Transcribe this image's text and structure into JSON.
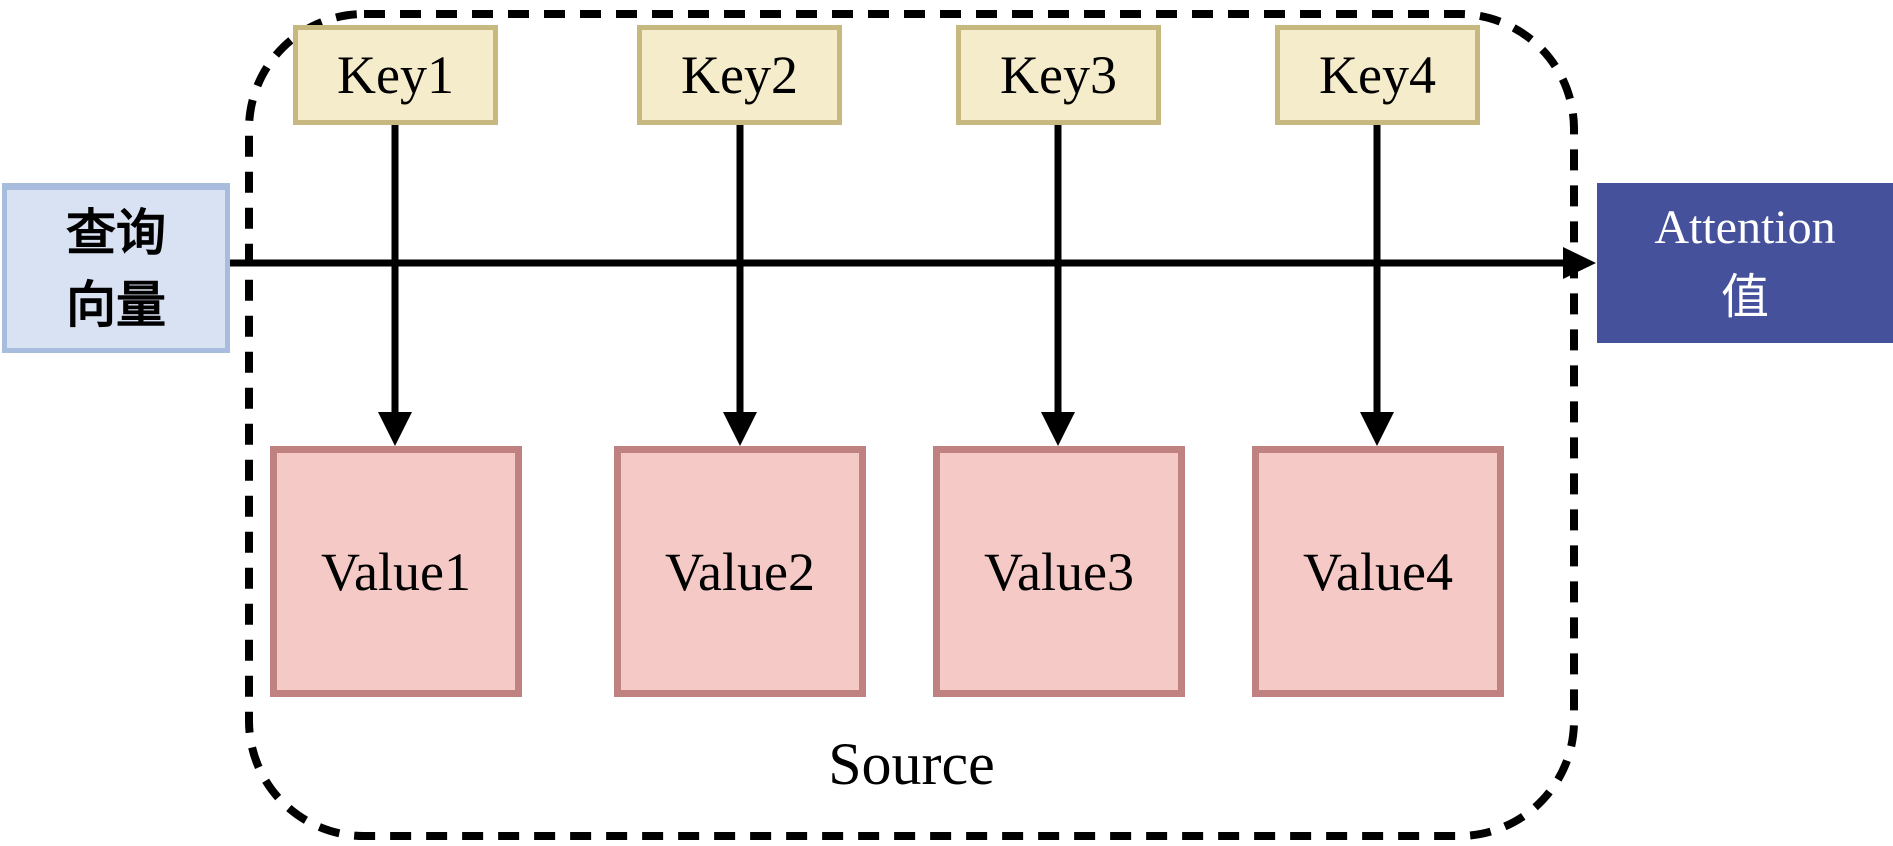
{
  "diagram": {
    "title_semantics": "attention mechanism key-value lookup diagram",
    "keys": [
      {
        "label": "Key1"
      },
      {
        "label": "Key2"
      },
      {
        "label": "Key3"
      },
      {
        "label": "Key4"
      }
    ],
    "values": [
      {
        "label": "Value1"
      },
      {
        "label": "Value2"
      },
      {
        "label": "Value3"
      },
      {
        "label": "Value4"
      }
    ],
    "query_box": {
      "line1": "查询",
      "line2": "向量"
    },
    "attention_box": {
      "line1": "Attention",
      "line2": "值"
    },
    "source_label": "Source",
    "colors": {
      "key_fill": "#f5eccb",
      "key_border": "#c7b87f",
      "value_fill": "#f5c9c5",
      "value_border": "#c08280",
      "query_fill": "#d9e2f2",
      "query_border": "#a8bcde",
      "attention_fill": "#45519b",
      "attention_text": "#ffffff",
      "line_color": "#000000"
    }
  }
}
